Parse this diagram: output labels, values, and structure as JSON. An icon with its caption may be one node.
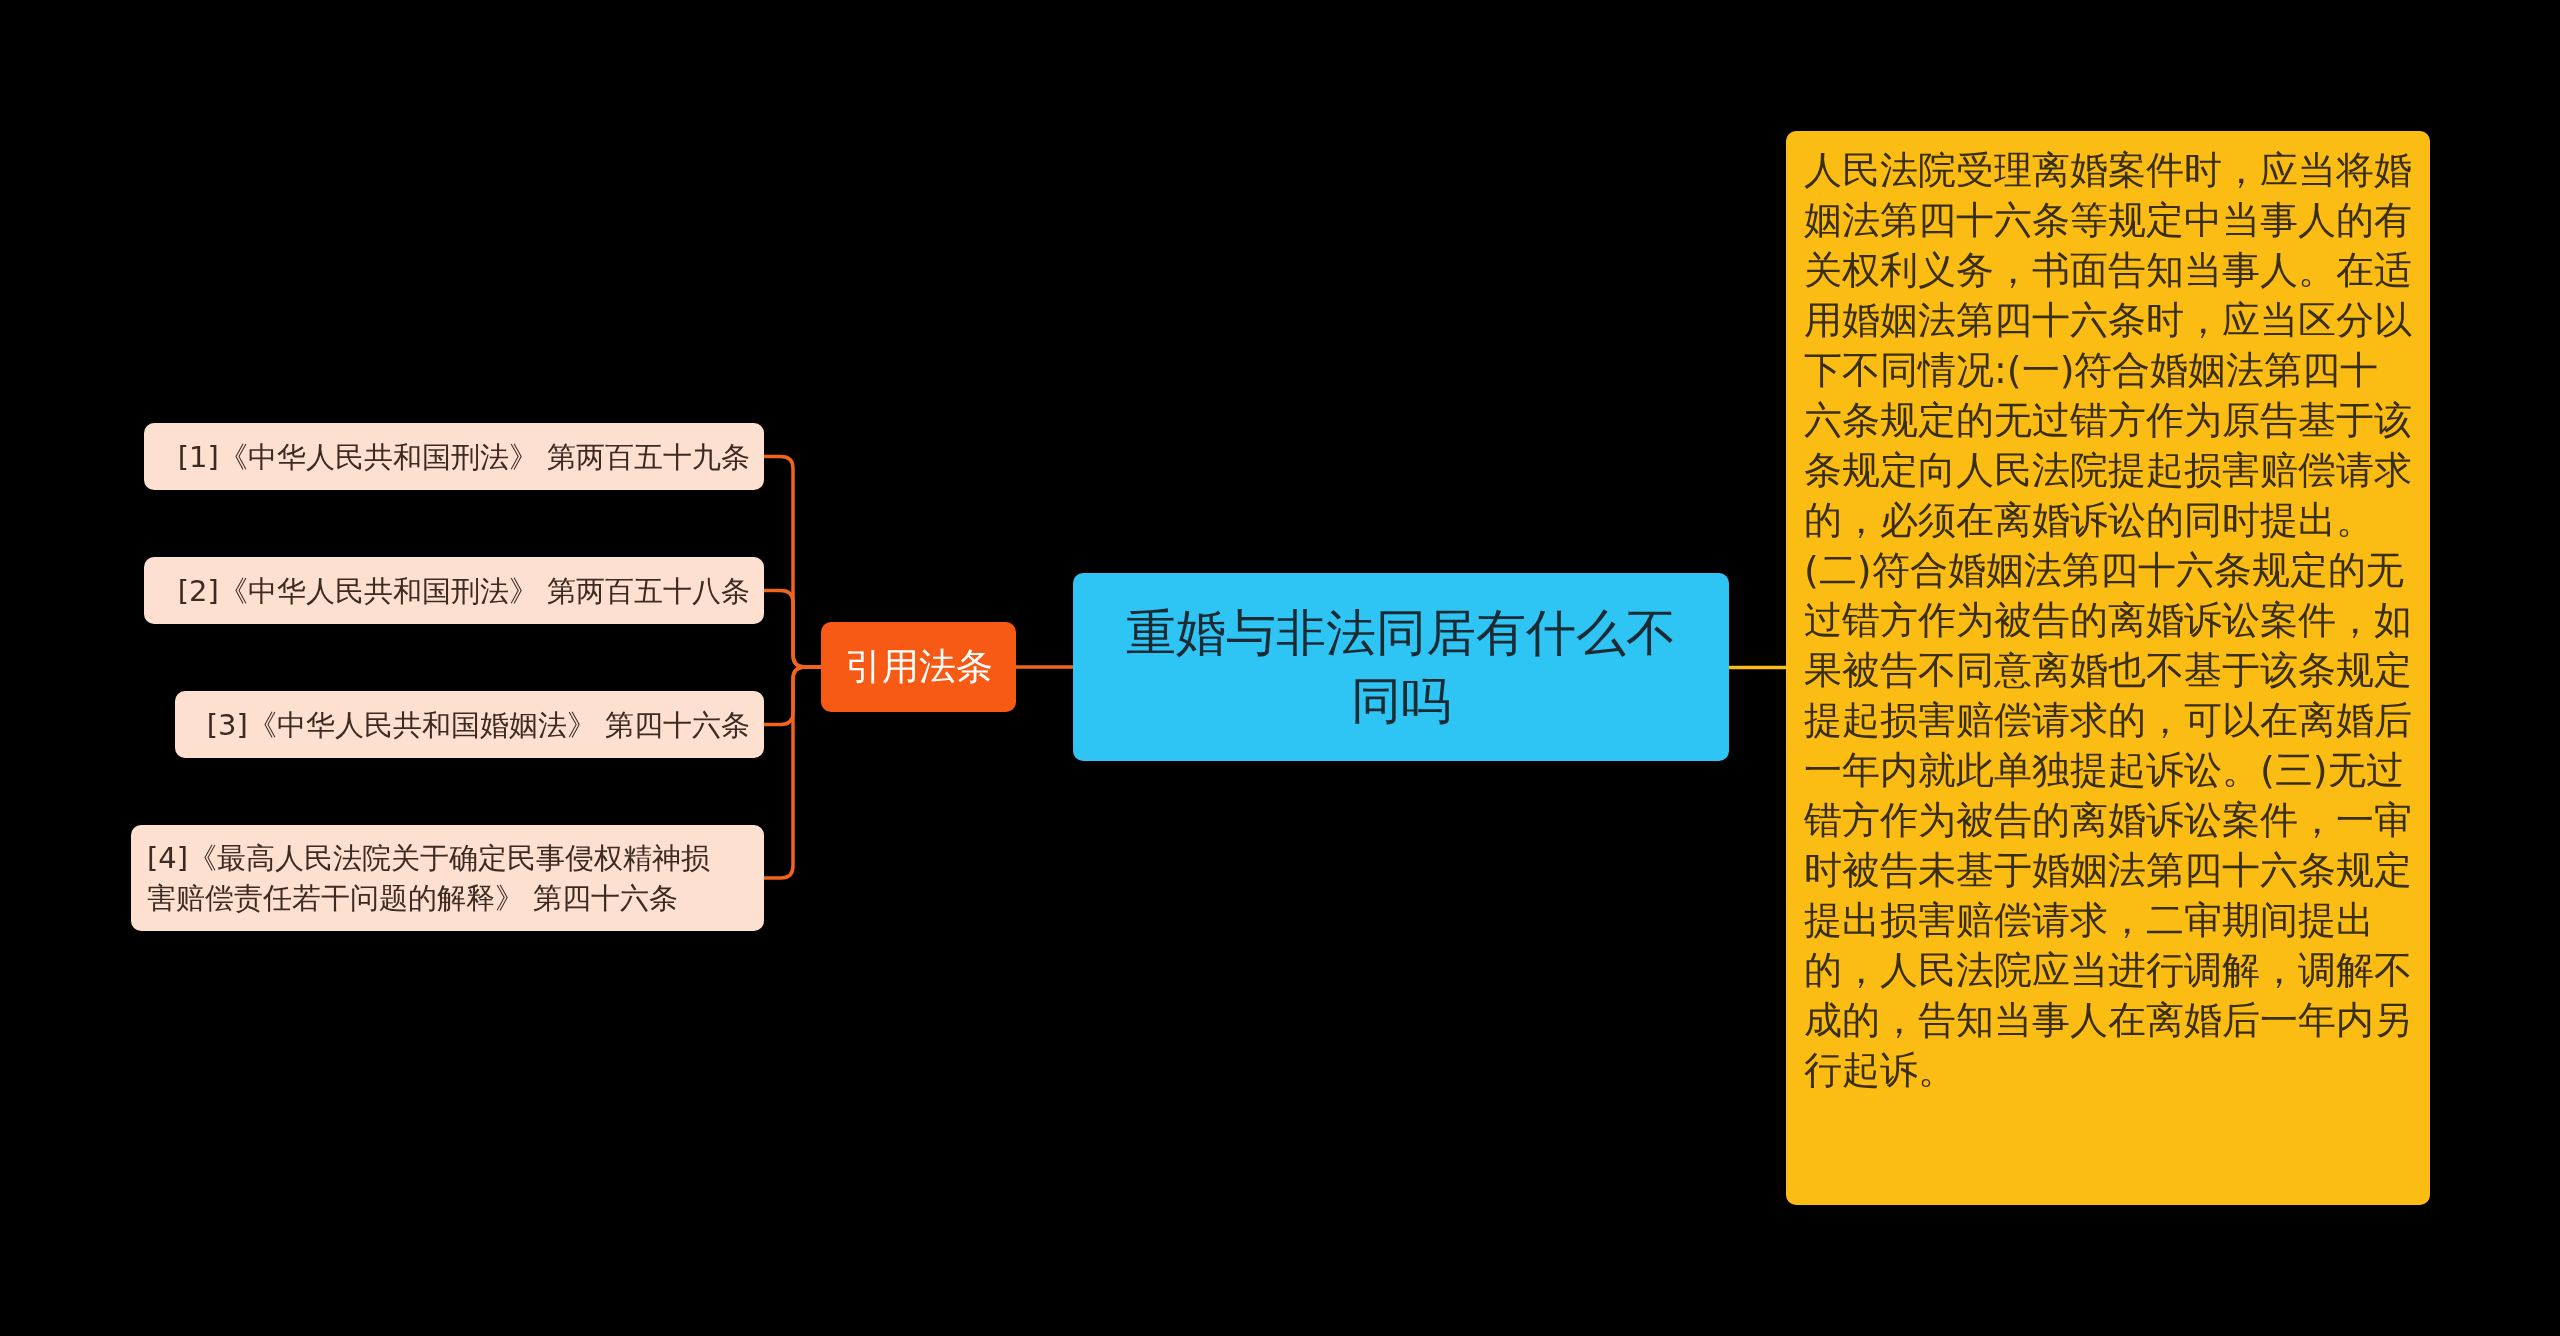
{
  "diagram": {
    "nodes": [
      {
        "text": [
          "重婚与非法同居有什么不同吗"
        ]
      },
      {
        "text": [
          "引用法条"
        ]
      },
      {
        "text": [
          "[1]《中华人民共和国刑法》 第两百五十九条"
        ]
      },
      {
        "text": [
          "[2]《中华人民共和国刑法》 第两百五十八条"
        ]
      },
      {
        "text": [
          "[3]《中华人民共和国婚姻法》 第四十六条"
        ]
      },
      {
        "text": [
          "[4]《最高人民法院关于确定民事侵权精神损害赔偿责任若干问题的解释》 第四十六条"
        ]
      },
      {
        "text": [
          "人民法院受理离婚案件时，应当将婚姻法第四十六条等规定中当事人的有关权利义务，书面告知当事人。在适用婚姻法第四十六条时，应当区分以下不同情况:(一)符合婚姻法第四十六条规定的无过错方作为原告基于该条规定向人民法院提起损害赔偿请求的，必须在离婚诉讼的同时提出。(二)符合婚姻法第四十六条规定的无过错方作为被告的离婚诉讼案件，如果被告不同意离婚也不基于该条规定提起损害赔偿请求的，可以在离婚后一年内就此单独提起诉讼。(三)无过错方作为被告的离婚诉讼案件，一审时被告未基于婚姻法第四十六条规定提出损害赔偿请求，二审期间提出的，人民法院应当进行调解，调解不成的，告知当事人在离婚后一年内另行起诉。"
        ]
      }
    ],
    "edges": [
      {
        "from": 0,
        "to": 1,
        "arrow": "none"
      },
      {
        "from": 1,
        "to": 2,
        "arrow": "none"
      },
      {
        "from": 1,
        "to": 3,
        "arrow": "none"
      },
      {
        "from": 1,
        "to": 4,
        "arrow": "none"
      },
      {
        "from": 1,
        "to": 5,
        "arrow": "none"
      },
      {
        "from": 0,
        "to": 6,
        "arrow": "none",
        "color": "#fbbd13"
      }
    ]
  }
}
